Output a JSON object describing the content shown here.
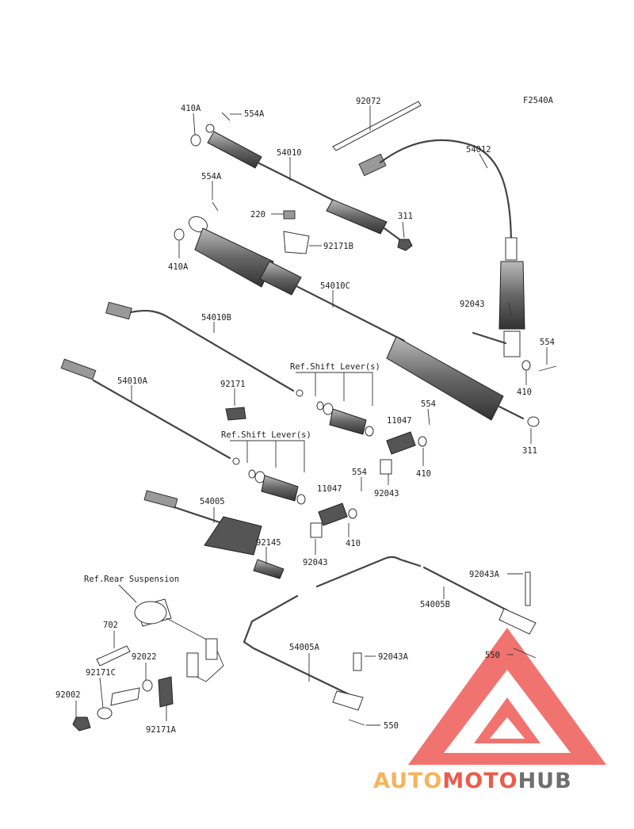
{
  "diagram": {
    "code": "F2540A",
    "references": {
      "shift_lever_upper": "Ref.Shift Lever(s)",
      "shift_lever_lower": "Ref.Shift Lever(s)",
      "rear_suspension": "Ref.Rear Suspension"
    },
    "labels": {
      "p410A_top": "410A",
      "p554A_top": "554A",
      "p54010": "54010",
      "p92072": "92072",
      "p54012": "54012",
      "p554A_mid": "554A",
      "p220": "220",
      "p311_top": "311",
      "p92171B": "92171B",
      "p410A_mid": "410A",
      "p54010C": "54010C",
      "p92043_right": "92043",
      "p54010B": "54010B",
      "p554_right": "554",
      "p410_right": "410",
      "p54010A": "54010A",
      "p92171": "92171",
      "p11047_upper": "11047",
      "p554_upper": "554",
      "p311_bottom": "311",
      "p410_upper": "410",
      "p92043_upper": "92043",
      "p11047_lower": "11047",
      "p554_lower": "554",
      "p54005": "54005",
      "p410_lower": "410",
      "p92145": "92145",
      "p92043_lower": "92043",
      "p92043A_top": "92043A",
      "p54005B": "54005B",
      "p702": "702",
      "p92022": "92022",
      "p54005A": "54005A",
      "p550_right": "550",
      "p92043A_mid": "92043A",
      "p92171C": "92171C",
      "p92002": "92002",
      "p92171A": "92171A",
      "p550_bottom": "550"
    }
  },
  "watermark": {
    "text_auto": "AUTO",
    "text_moto": "MOTO",
    "text_hub": "HUB",
    "color_auto": "#f5b45a",
    "color_moto": "#ee5a4c",
    "color_hub": "#6e6e6e",
    "triangle_color": "#ef5b57"
  }
}
